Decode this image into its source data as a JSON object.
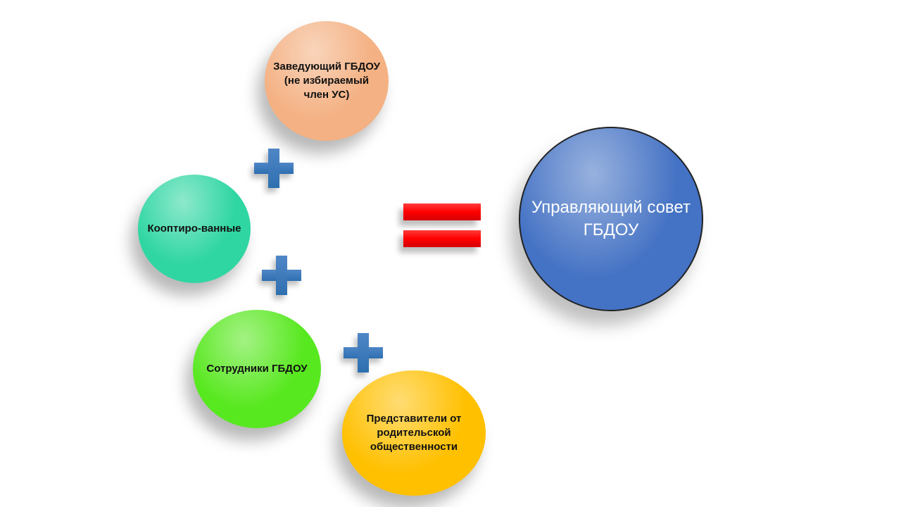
{
  "diagram": {
    "nodes": {
      "head": {
        "label": "Заведующий ГБДОУ (не избираемый член УС)",
        "color": "#f4b183"
      },
      "coopted": {
        "label": "Кооптиро-ванные",
        "color": "#2fd6a2"
      },
      "staff": {
        "label": "Сотрудники ГБДОУ",
        "color": "#58e81f"
      },
      "parents": {
        "label": "Представители от родительской общественности",
        "color": "#ffc000"
      },
      "council": {
        "label": "Управляющий совет ГБДОУ",
        "color": "#4472c4"
      }
    },
    "operators": {
      "plus_color": "#2e6fb0",
      "equals_color": "#ff0000"
    }
  }
}
